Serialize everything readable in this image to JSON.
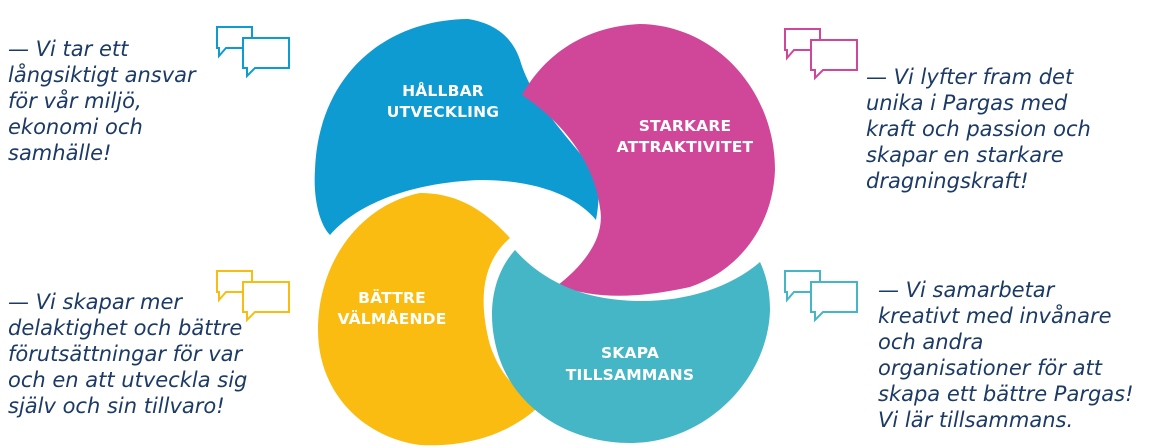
{
  "colors": {
    "blue": "#0e9bd2",
    "magenta": "#d0479a",
    "yellow": "#fbbc11",
    "teal": "#44b6c6",
    "quote_text": "#1c3a66"
  },
  "segments": {
    "hallbar": {
      "line1": "HÅLLBAR",
      "line2": "UTVECKLING"
    },
    "starkare": {
      "line1": "STARKARE",
      "line2": "ATTRAKTIVITET"
    },
    "battre": {
      "line1": "BÄTTRE",
      "line2": "VÄLMÅENDE"
    },
    "skapa": {
      "line1": "SKAPA",
      "line2": "TILLSAMMANS"
    }
  },
  "quotes": {
    "top_left": "— Vi tar ett\nlångsiktigt ansvar\nför vår miljö,\nekonomi och\nsamhälle!",
    "top_right": "— Vi lyfter fram det\nunika i Pargas med\nkraft och passion och\nskapar en starkare\ndragningskraft!",
    "bottom_left": "— Vi skapar mer\ndelaktighet och bättre\nförutsättningar för var\noch en att utveckla sig\nsjälv och sin tillvaro!",
    "bottom_right": "— Vi samarbetar\nkreativt med invånare\noch andra\norganisationer för att\nskapa ett bättre Pargas!\nVi lär tillsammans."
  },
  "icons": {
    "top_left": "speech-bubbles-icon",
    "top_right": "speech-bubbles-icon",
    "bottom_left": "speech-bubbles-icon",
    "bottom_right": "speech-bubbles-icon"
  }
}
